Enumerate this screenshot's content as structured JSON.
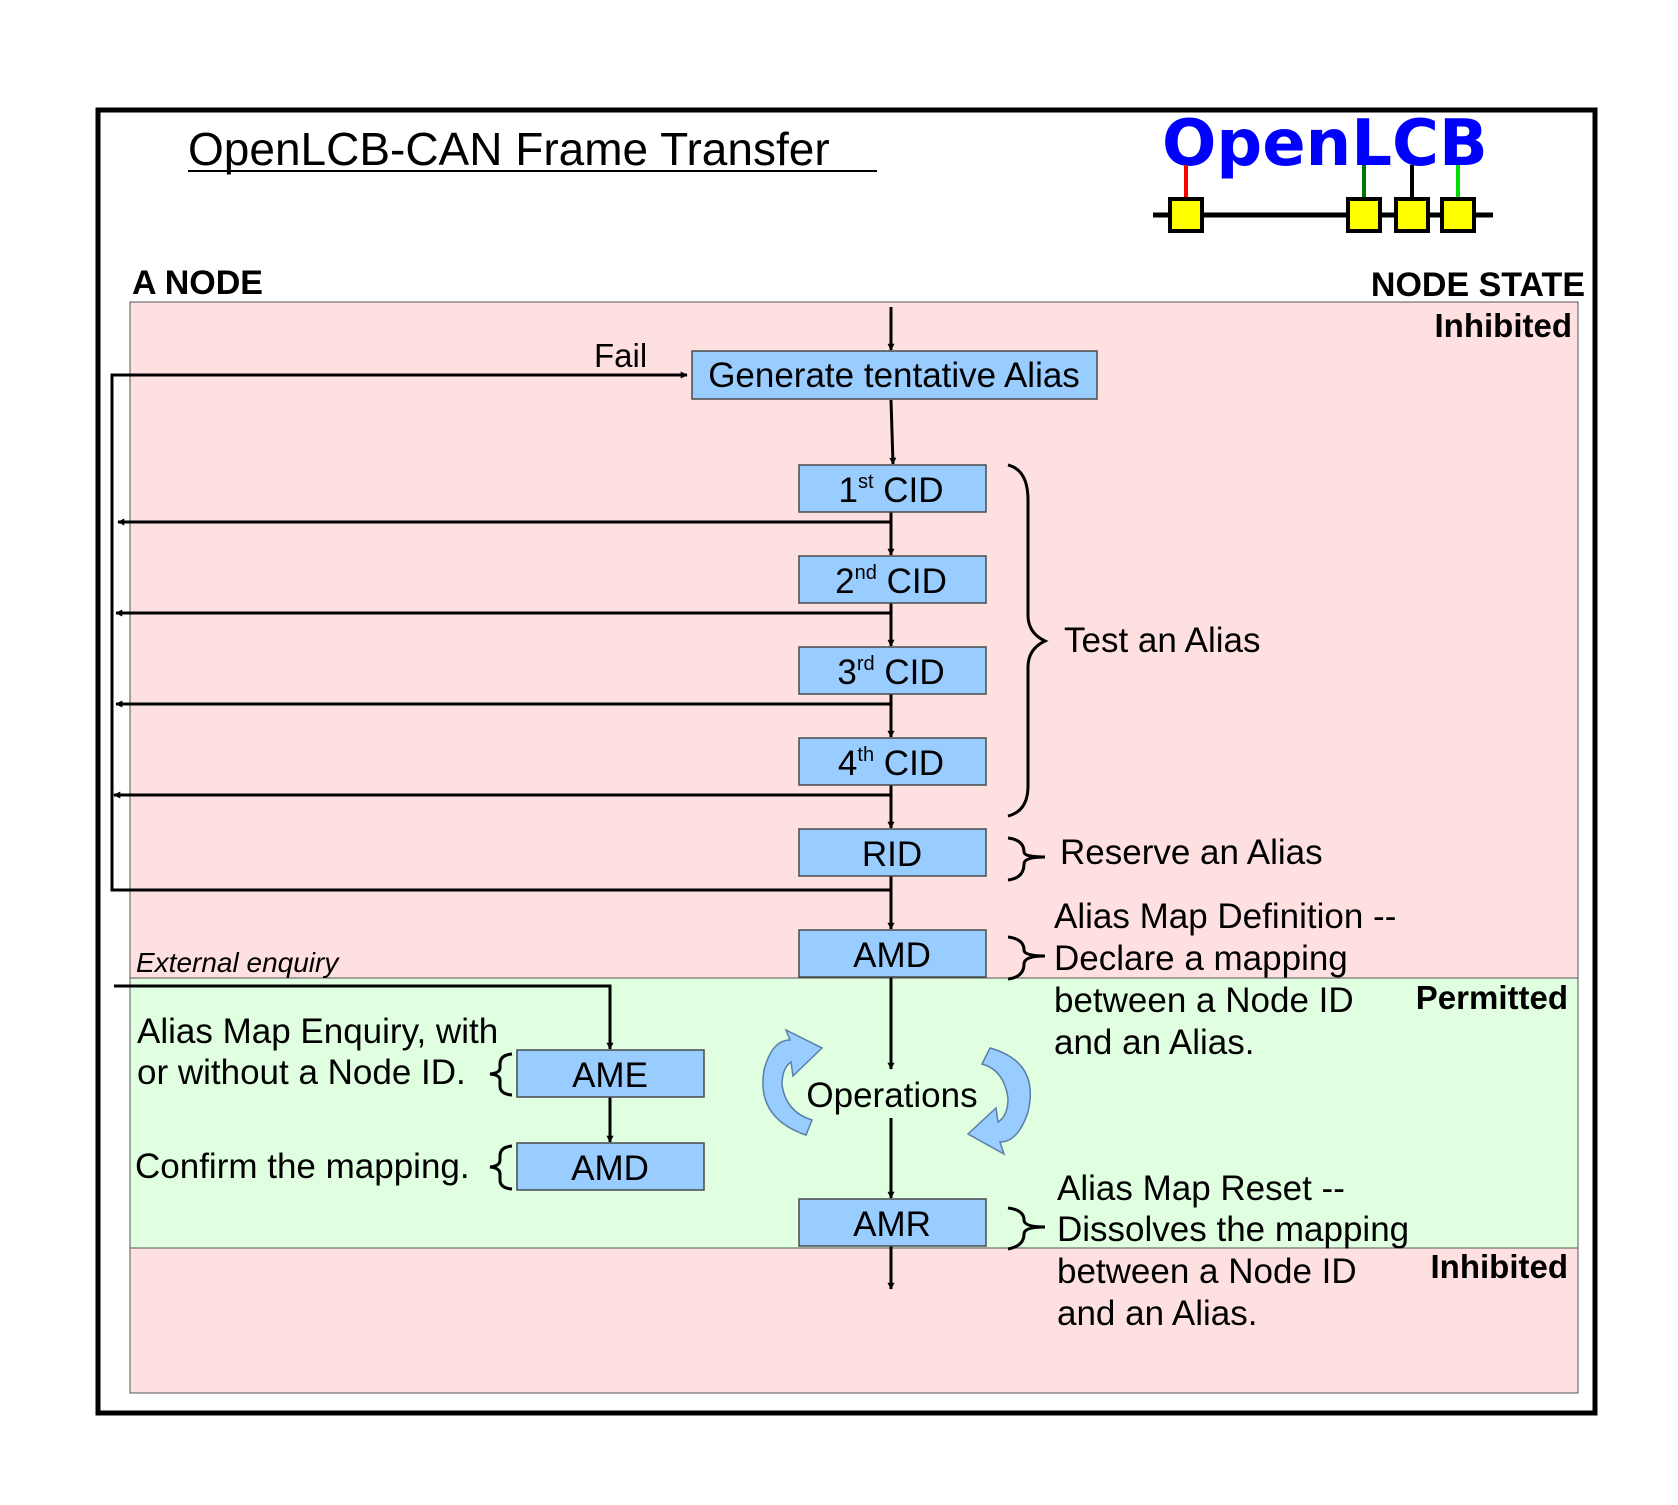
{
  "title": "OpenLCB-CAN Frame Transfer",
  "logo": {
    "text": "OpenLCB",
    "text_color": "#0000ff",
    "node_fill": "#ffff00",
    "stem_colors": [
      "#ff0000",
      "#007700",
      "#000000",
      "#00dd00"
    ]
  },
  "headers": {
    "left": "A NODE",
    "right": "NODE STATE"
  },
  "states": {
    "top": "Inhibited",
    "middle": "Permitted",
    "bottom": "Inhibited"
  },
  "colors": {
    "inhibited": "#ffe0e0",
    "permitted": "#e0ffe0",
    "box": "#99ccff",
    "cycle_arrow": "#99ccff"
  },
  "labels": {
    "fail": "Fail",
    "external_enquiry": "External enquiry",
    "operations": "Operations"
  },
  "boxes": {
    "generate": "Generate tentative Alias",
    "cid1": {
      "num": "1",
      "sup": "st",
      "text": " CID"
    },
    "cid2": {
      "num": "2",
      "sup": "nd",
      "text": " CID"
    },
    "cid3": {
      "num": "3",
      "sup": "rd",
      "text": " CID"
    },
    "cid4": {
      "num": "4",
      "sup": "th",
      "text": " CID"
    },
    "rid": "RID",
    "amd": "AMD",
    "ame": "AME",
    "amd_confirm": "AMD",
    "amr": "AMR"
  },
  "notes": {
    "test": "Test an Alias",
    "reserve": "Reserve an Alias",
    "amd": [
      "Alias Map Definition --",
      "Declare a mapping",
      "between a Node ID",
      "and an Alias."
    ],
    "ame": [
      "Alias Map Enquiry, with",
      "or without a Node ID."
    ],
    "confirm": "Confirm the mapping.",
    "amr": [
      "Alias Map Reset --",
      "Dissolves the mapping",
      "between a Node ID",
      "and an Alias."
    ]
  }
}
